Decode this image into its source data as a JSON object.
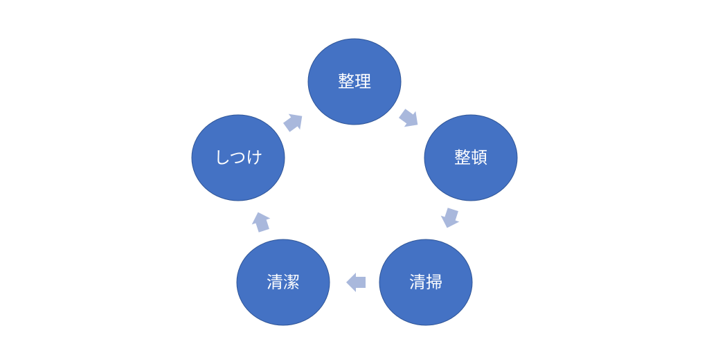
{
  "diagram": {
    "type": "cycle",
    "node_color": "#4472c4",
    "node_outline_color": "#2f5597",
    "arrow_color": "#a9b8dc",
    "label_color": "#ffffff",
    "nodes": [
      {
        "label": "整理"
      },
      {
        "label": "整頓"
      },
      {
        "label": "清掃"
      },
      {
        "label": "清潔"
      },
      {
        "label": "しつけ"
      }
    ]
  }
}
